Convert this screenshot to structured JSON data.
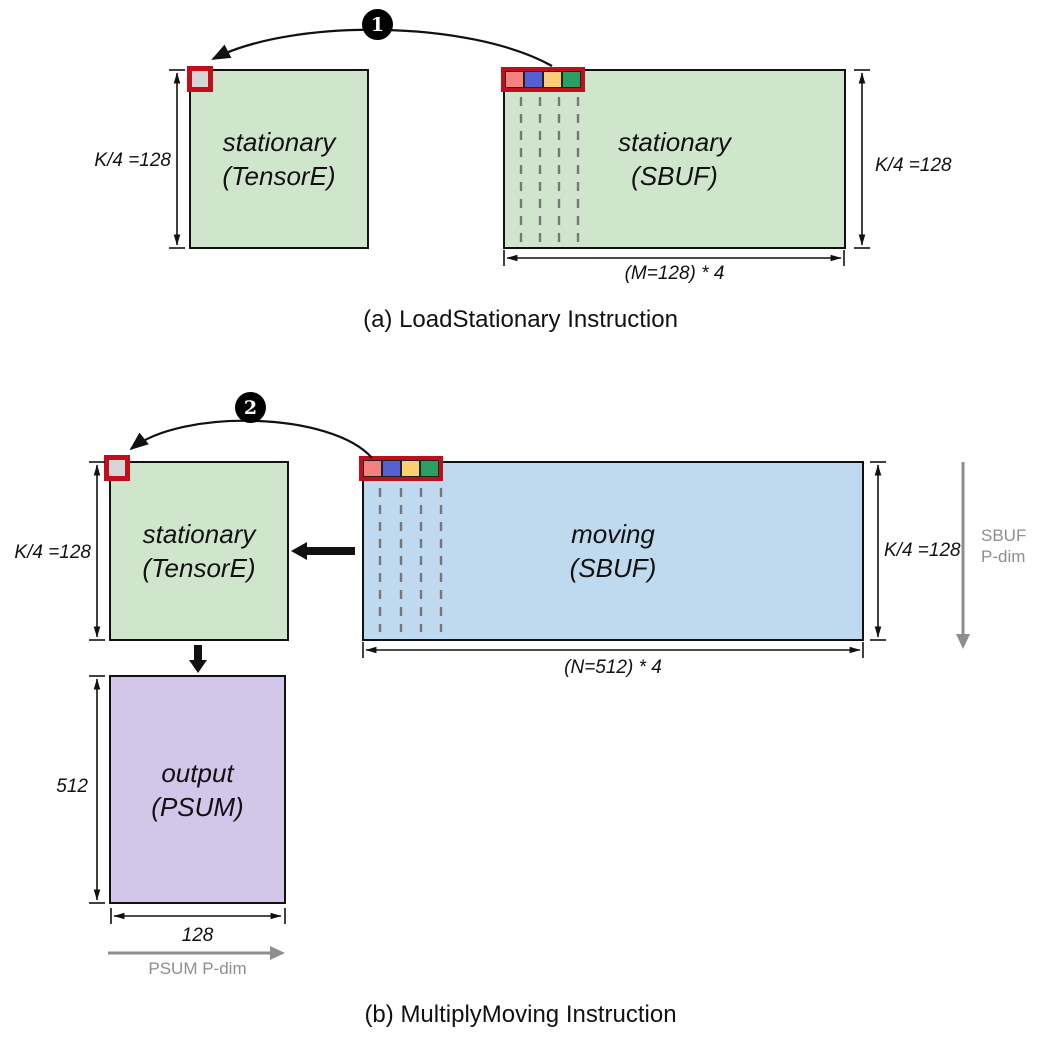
{
  "colors": {
    "box_green": "#cfe6cc",
    "box_blue": "#bfd9ef",
    "box_purple": "#d3c6e9",
    "tile_border_red": "#c00f1a",
    "tile_gray": "#d6d6d6",
    "tile_red": "#f5817e",
    "tile_blue": "#5560d2",
    "tile_yellow": "#fbce73",
    "tile_green": "#2d9e62",
    "axis_gray": "#8e8e8e",
    "dash_gray": "#777777"
  },
  "section_a": {
    "badge": "1",
    "caption": "(a) LoadStationary Instruction",
    "tensor_box": {
      "line1": "stationary",
      "line2": "(TensorE)"
    },
    "sbuf_box": {
      "line1": "stationary",
      "line2": "(SBUF)"
    },
    "left_dim": "K/4 =128",
    "right_dim": "K/4 =128",
    "width_dim": "(M=128) * 4"
  },
  "section_b": {
    "badge": "2",
    "caption": "(b) MultiplyMoving Instruction",
    "tensor_box": {
      "line1": "stationary",
      "line2": "(TensorE)"
    },
    "moving_box": {
      "line1": "moving",
      "line2": "(SBUF)"
    },
    "output_box": {
      "line1": "output",
      "line2": "(PSUM)"
    },
    "left_dim": "K/4 =128",
    "right_dim": "K/4 =128",
    "width_dim": "(N=512) * 4",
    "output_height_dim": "512",
    "output_width_dim": "128",
    "sbuf_axis_line1": "SBUF",
    "sbuf_axis_line2": "P-dim",
    "psum_axis": "PSUM P-dim"
  }
}
